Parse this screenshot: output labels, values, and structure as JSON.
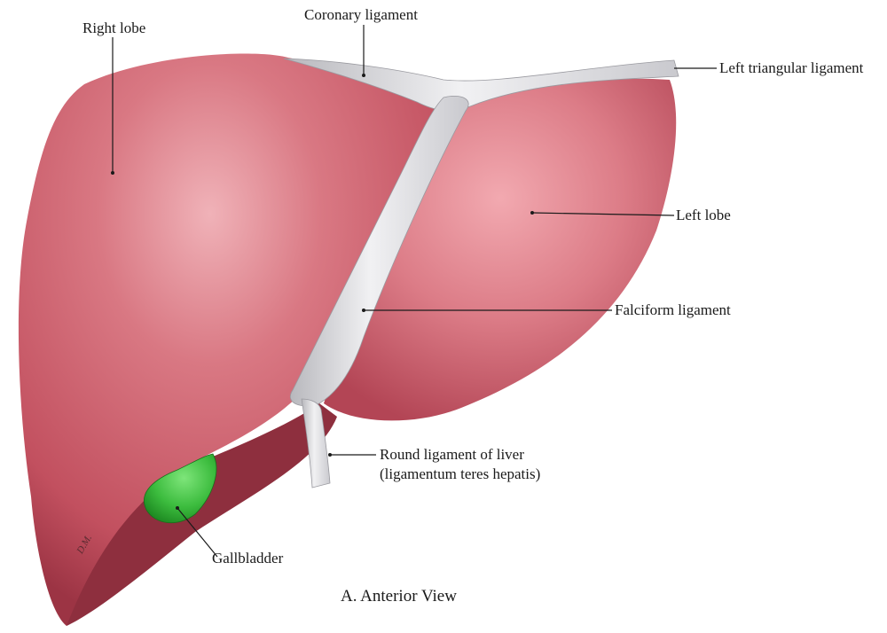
{
  "labels": {
    "right_lobe": "Right lobe",
    "coronary_ligament": "Coronary ligament",
    "left_triangular_ligament": "Left triangular ligament",
    "left_lobe": "Left lobe",
    "falciform_ligament": "Falciform ligament",
    "round_ligament_line1": "Round ligament of liver",
    "round_ligament_line2": "(ligamentum teres hepatis)",
    "gallbladder": "Gallbladder"
  },
  "caption": "A. Anterior View",
  "artist_initials": "D.M.",
  "colors": {
    "liver": "#c85a6a",
    "liver_highlight": "#e89aa2",
    "liver_shadow": "#8e2f3e",
    "ligament": "#d9d9dc",
    "ligament_shadow": "#a9a9ae",
    "gallbladder": "#3fbf3f",
    "gallbladder_dark": "#1f8a24"
  }
}
